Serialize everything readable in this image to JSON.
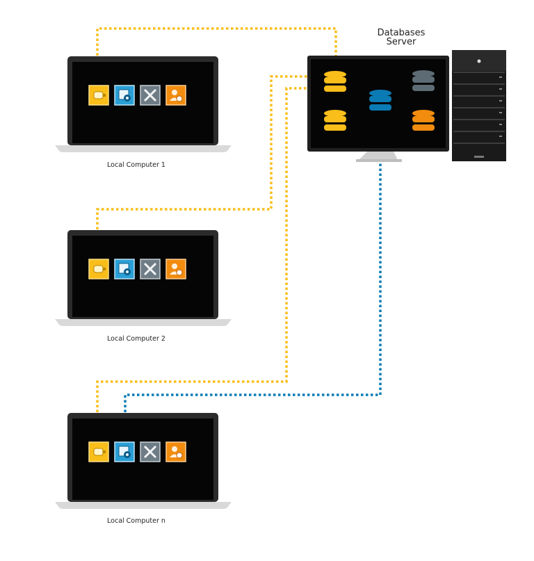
{
  "server": {
    "title_line1": "Databases",
    "title_line2": "Server"
  },
  "computers": [
    {
      "label": "Local Computer 1"
    },
    {
      "label": "Local Computer 2"
    },
    {
      "label": "Local Computer n"
    }
  ],
  "icons": [
    "connector-icon",
    "package-settings-icon",
    "tools-icon",
    "user-clock-icon"
  ],
  "colors": {
    "yellow": "#F9BE1A",
    "blue": "#0B7BB5",
    "gray": "#5D6B75",
    "orange": "#F28C0F",
    "screen": "#050505",
    "laptop_body": "#2B2B2B",
    "laptop_base": "#D9D9D9"
  }
}
